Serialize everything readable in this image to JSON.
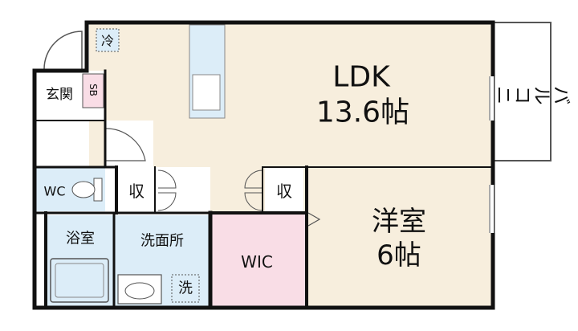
{
  "colors": {
    "ldk": "#f7eedd",
    "western": "#f7eedd",
    "wic": "#f9dde6",
    "wet": "#dcedf8",
    "entrance": "#ffffff",
    "wall": "#111111",
    "balcony": "#ffffff"
  },
  "rooms": {
    "ldk": {
      "name": "LDK",
      "size": "13.6帖"
    },
    "western": {
      "name": "洋室",
      "size": "6帖"
    },
    "wic": {
      "name": "WIC"
    },
    "bath": {
      "name": "浴室"
    },
    "washroom": {
      "name": "洗面所"
    },
    "wc": {
      "name": "WC"
    },
    "entrance": {
      "name": "玄関"
    },
    "balcony": {
      "name": "バルコニー"
    }
  },
  "fixtures": {
    "fridge": "冷",
    "shoebox": "SB",
    "storage_left": "収",
    "storage_right": "収",
    "washer": "洗"
  }
}
